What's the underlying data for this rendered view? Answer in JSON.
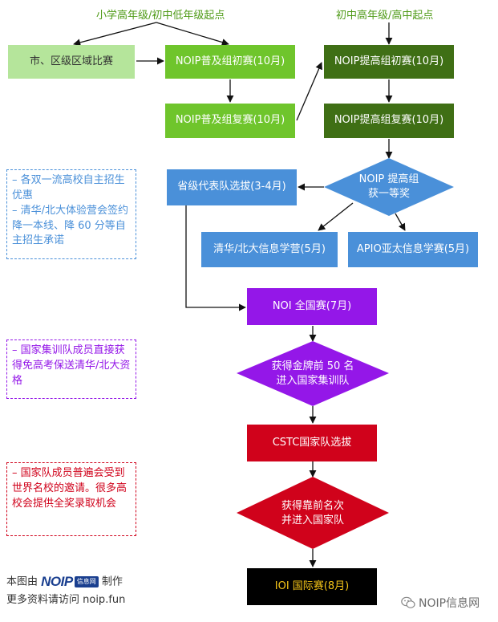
{
  "headers": {
    "left": "小学高年级/初中低年级起点",
    "right": "初中高年级/高中起点"
  },
  "nodes": {
    "regional": "市、区级区域比赛",
    "noip_pj_first": "NOIP普及组初赛(10月)",
    "noip_pj_second": "NOIP普及组复赛(10月)",
    "noip_tg_first": "NOIP提高组初赛(10月)",
    "noip_tg_second": "NOIP提高组复赛(10月)",
    "noip_tg_award": [
      "NOIP 提高组",
      "获一等奖"
    ],
    "provincial_team": "省级代表队选拔(3-4月)",
    "qinghua_camp": "清华/北大信息学营(5月)",
    "apio": "APIO亚太信息学赛(5月)",
    "noi": "NOI 全国赛(7月)",
    "gold_top50": [
      "获得金牌前 50 名",
      "进入国家集训队"
    ],
    "cstc": "CSTC国家队选拔",
    "national_team": [
      "获得靠前名次",
      "并进入国家队"
    ],
    "ioi": "IOI 国际赛(8月)"
  },
  "notes": {
    "blue": [
      "– 各双一流高校自主招生优惠",
      "– 清华/北大体验营会签约降一本线、降 60 分等自主招生承诺"
    ],
    "purple": [
      "– 国家集训队成员直接获得免高考保送清华/北大资格"
    ],
    "red": [
      "– 国家队成员普遍会受到世界名校的邀请。很多高校会提供全奖录取机会"
    ]
  },
  "footer": {
    "made_prefix": "本图由",
    "logo_text": "NOIP",
    "logo_tag": "信息网",
    "made_suffix": "制作",
    "visit": "更多资料请访问 noip.fun"
  },
  "watermark": "NOIP信息网",
  "colors": {
    "light_green": "#b5e59b",
    "green": "#6fc52c",
    "dark_green": "#3f6f15",
    "blue": "#4a90d9",
    "purple": "#9417e8",
    "red": "#d0021b",
    "black": "#000000",
    "gold_text": "#f5c518"
  }
}
